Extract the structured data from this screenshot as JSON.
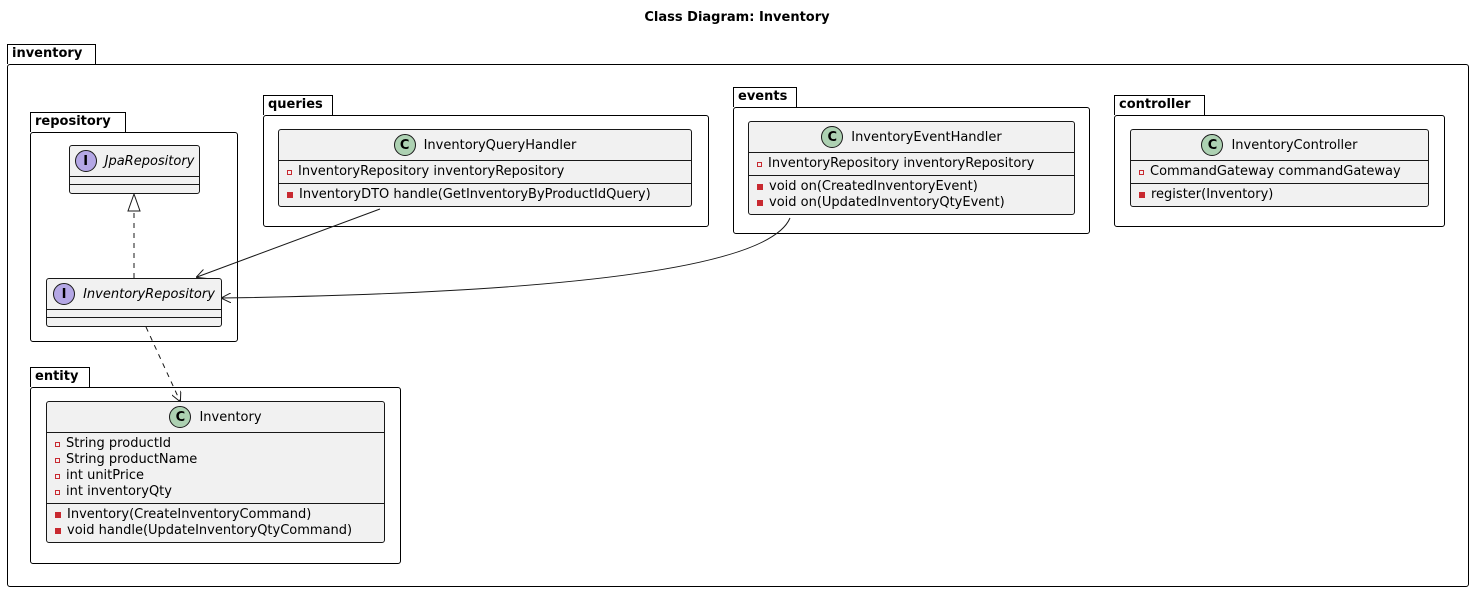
{
  "title": "Class Diagram: Inventory",
  "packages": {
    "inventory": "inventory",
    "repository": "repository",
    "queries": "queries",
    "events": "events",
    "controller": "controller",
    "entity": "entity"
  },
  "classes": {
    "jpa_repository": {
      "kind": "interface",
      "stereotype": "I",
      "name": "JpaRepository",
      "fields": [],
      "methods": []
    },
    "inventory_repository": {
      "kind": "interface",
      "stereotype": "I",
      "name": "InventoryRepository",
      "fields": [],
      "methods": []
    },
    "inventory_query_handler": {
      "kind": "class",
      "stereotype": "C",
      "name": "InventoryQueryHandler",
      "fields": [
        "InventoryRepository inventoryRepository"
      ],
      "methods": [
        "InventoryDTO handle(GetInventoryByProductIdQuery)"
      ]
    },
    "inventory_event_handler": {
      "kind": "class",
      "stereotype": "C",
      "name": "InventoryEventHandler",
      "fields": [
        "InventoryRepository inventoryRepository"
      ],
      "methods": [
        "void on(CreatedInventoryEvent)",
        "void on(UpdatedInventoryQtyEvent)"
      ]
    },
    "inventory_controller": {
      "kind": "class",
      "stereotype": "C",
      "name": "InventoryController",
      "fields": [
        "CommandGateway commandGateway"
      ],
      "methods": [
        "register(Inventory)"
      ]
    },
    "inventory": {
      "kind": "class",
      "stereotype": "C",
      "name": "Inventory",
      "fields": [
        "String productId",
        "String productName",
        "int unitPrice",
        "int inventoryQty"
      ],
      "methods": [
        "Inventory(CreateInventoryCommand)",
        "void handle(UpdateInventoryQtyCommand)"
      ]
    }
  },
  "relations": [
    {
      "from": "InventoryRepository",
      "to": "JpaRepository",
      "type": "realization"
    },
    {
      "from": "InventoryQueryHandler",
      "to": "InventoryRepository",
      "type": "association"
    },
    {
      "from": "InventoryEventHandler",
      "to": "InventoryRepository",
      "type": "association"
    },
    {
      "from": "InventoryRepository",
      "to": "Inventory",
      "type": "dependency"
    }
  ],
  "colors": {
    "class_fill": "#f1f1f1",
    "class_stereotype_c": "#add1b2",
    "interface_stereotype_i": "#b4a7e5",
    "private_marker": "#c82930",
    "border": "#181818"
  }
}
